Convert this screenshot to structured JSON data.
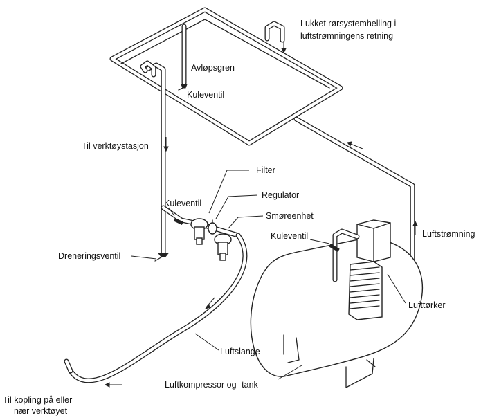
{
  "labels": {
    "closed_loop_line1": "Lukket rørsystemhelling i",
    "closed_loop_line2": "luftstrømningens retning",
    "drain_branch": "Avløpsgren",
    "ball_valve_top": "Kuleventil",
    "to_tool_station": "Til verktøystasjon",
    "filter": "Filter",
    "regulator": "Regulator",
    "ball_valve_mid": "Kuleventil",
    "lubricator": "Smøreenhet",
    "ball_valve_right": "Kuleventil",
    "airflow": "Luftstrømning",
    "drain_valve": "Dreneringsventil",
    "air_dryer": "Lufttørker",
    "air_hose": "Luftslange",
    "compressor_tank": "Luftkompressor og -tank",
    "coupling_line1": "Til kopling på eller",
    "coupling_line2": "nær verktøyet"
  }
}
